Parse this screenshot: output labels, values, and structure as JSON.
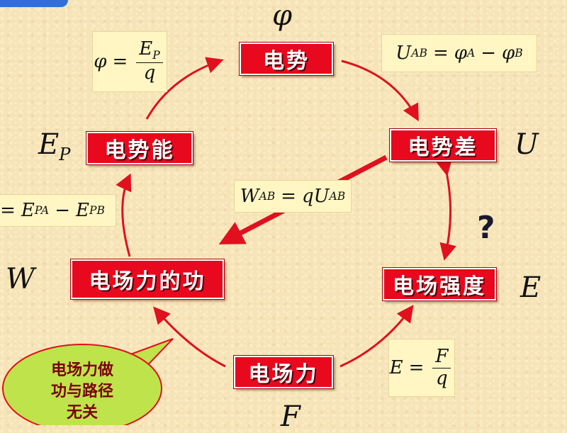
{
  "colors": {
    "box": "#e8091e",
    "arrow": "#e0101e",
    "bubble": "#bfe34a",
    "bubble_text": "#7a0010"
  },
  "nodes": {
    "potential": "电势",
    "potential_difference": "电势差",
    "potential_energy": "电势能",
    "field_work": "电场力的功",
    "field_strength": "电场强度",
    "field_force": "电场力"
  },
  "symbols": {
    "phi": "φ",
    "U": "U",
    "Ep_main": "E",
    "Ep_sub": "P",
    "W": "W",
    "E": "E",
    "F": "F"
  },
  "formulas": {
    "phi_def": {
      "lhs": "φ",
      "num_main": "E",
      "num_sub": "P",
      "den": "q"
    },
    "uab_def": {
      "u": "U",
      "u_sub": "AB",
      "phiA": "φ",
      "phiA_sub": "A",
      "phiB": "φ",
      "phiB_sub": "B"
    },
    "wab_def": {
      "w": "W",
      "w_sub": "AB",
      "q": "q",
      "u": "U",
      "u_sub": "AB"
    },
    "ep_diff": {
      "a": "E",
      "a_sub": "PA",
      "b": "E",
      "b_sub": "PB"
    },
    "e_def": {
      "lhs": "E",
      "num": "F",
      "den": "q"
    }
  },
  "unknown_mark": "?",
  "bubble": {
    "line1": "电场力做",
    "line2": "功与路径",
    "line3": "无关"
  }
}
